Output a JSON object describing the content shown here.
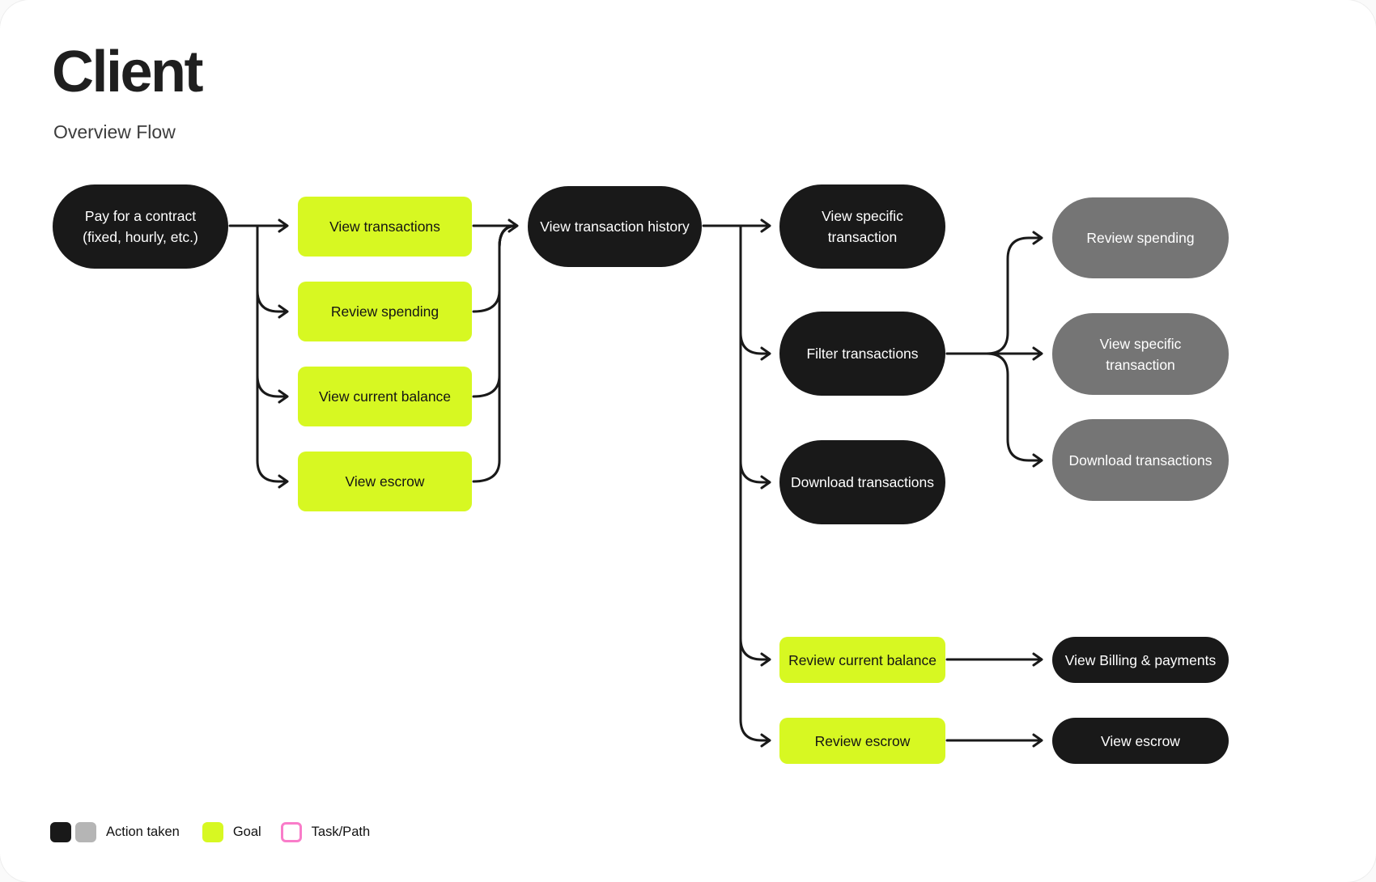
{
  "page": {
    "title": "Client",
    "subtitle": "Overview Flow"
  },
  "colors": {
    "action": "#191919",
    "action_secondary": "#757575",
    "goal": "#D7F822",
    "task_path": "#F97CC9",
    "line": "#191919",
    "legend_gray": "#B5B5B5"
  },
  "nodes": {
    "pay": "Pay for a contract\n(fixed, hourly, etc.)",
    "view_transactions": "View transactions",
    "review_spending": "Review spending",
    "view_current_balance": "View current balance",
    "view_escrow": "View escrow",
    "view_transaction_history": "View transaction history",
    "view_specific_transaction": "View specific\ntransaction",
    "filter_transactions": "Filter transactions",
    "download_transactions": "Download transactions",
    "review_spending_gray": "Review spending",
    "view_specific_transaction_gray": "View specific\ntransaction",
    "download_transactions_gray": "Download transactions",
    "review_current_balance": "Review current balance",
    "review_escrow": "Review escrow",
    "view_billing_payments": "View Billing & payments",
    "view_escrow_final": "View escrow"
  },
  "legend": {
    "items": [
      {
        "label": "Action taken"
      },
      {
        "label": "Goal"
      },
      {
        "label": "Task/Path"
      }
    ]
  }
}
